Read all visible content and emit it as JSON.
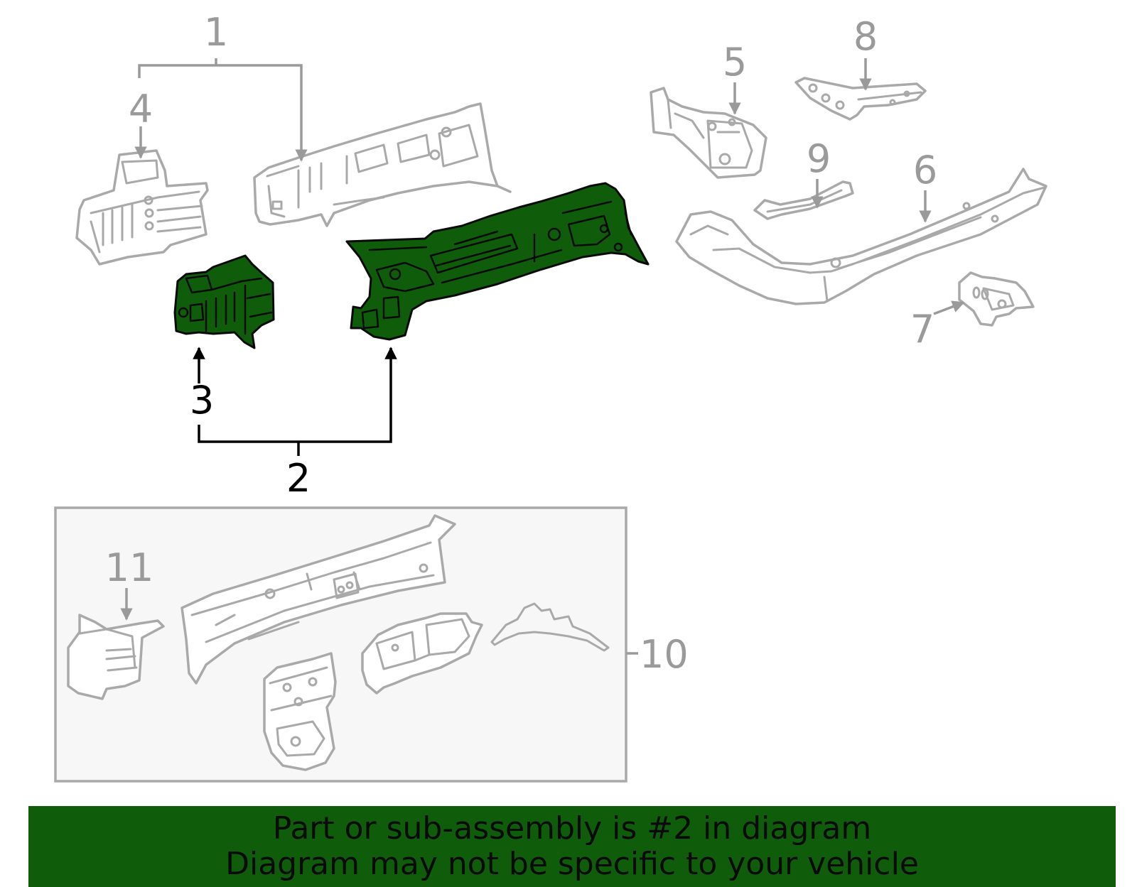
{
  "colors": {
    "highlight": "#0f5c0a",
    "banner_bg": "#0f5c0a",
    "line_gray": "#a9a9a9",
    "callout_gray": "#9a9a9a",
    "panel_bg": "#f7f7f7"
  },
  "diagram": {
    "selected_part": "2",
    "callouts": {
      "c1": "1",
      "c2": "2",
      "c3": "3",
      "c4": "4",
      "c5": "5",
      "c6": "6",
      "c7": "7",
      "c8": "8",
      "c9": "9",
      "c10": "10",
      "c11": "11"
    }
  },
  "banner": {
    "line1": "Part or sub-assembly is #2 in diagram",
    "line2": "Diagram may not be specific to your vehicle"
  }
}
